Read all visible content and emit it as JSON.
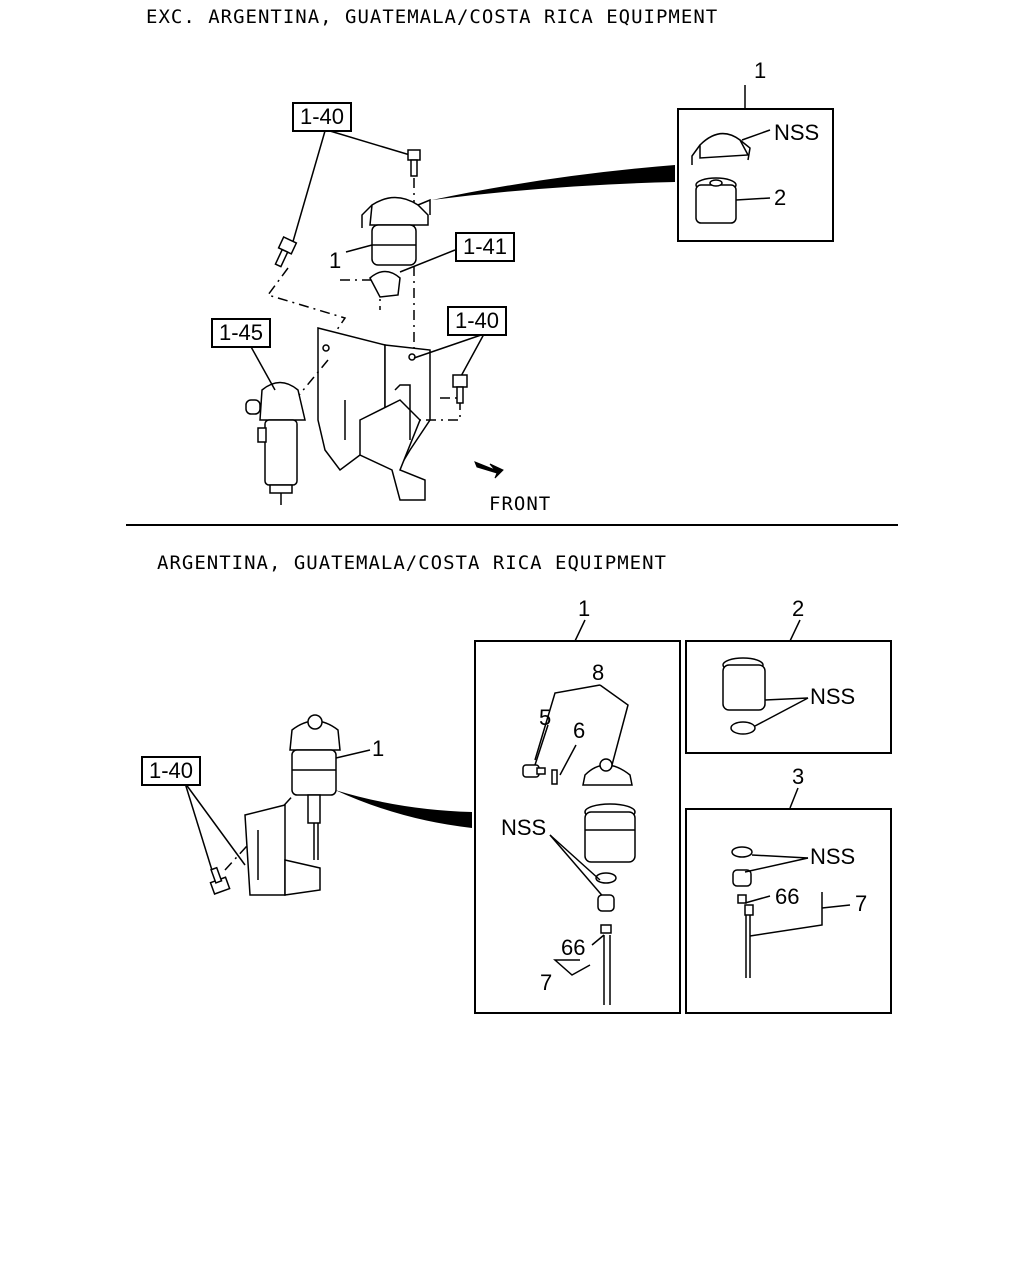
{
  "headings": {
    "top": "EXC. ARGENTINA, GUATEMALA/COSTA RICA EQUIPMENT",
    "bottom": "ARGENTINA, GUATEMALA/COSTA RICA EQUIPMENT"
  },
  "top_diagram": {
    "ref_boxes": [
      "1-40",
      "1-41",
      "1-40",
      "1-45"
    ],
    "part_labels": {
      "filter_assembly": "1",
      "inset_number": "1",
      "inset_nss": "NSS",
      "inset_cartridge": "2"
    },
    "direction": "FRONT"
  },
  "bottom_diagram": {
    "ref_box": "1-40",
    "main_part": "1",
    "detail_1": {
      "number": "1",
      "labels": [
        "8",
        "5",
        "6",
        "NSS",
        "66",
        "7"
      ]
    },
    "detail_2": {
      "number": "2",
      "labels": [
        "NSS"
      ]
    },
    "detail_3": {
      "number": "3",
      "labels": [
        "NSS",
        "66",
        "7"
      ]
    }
  }
}
